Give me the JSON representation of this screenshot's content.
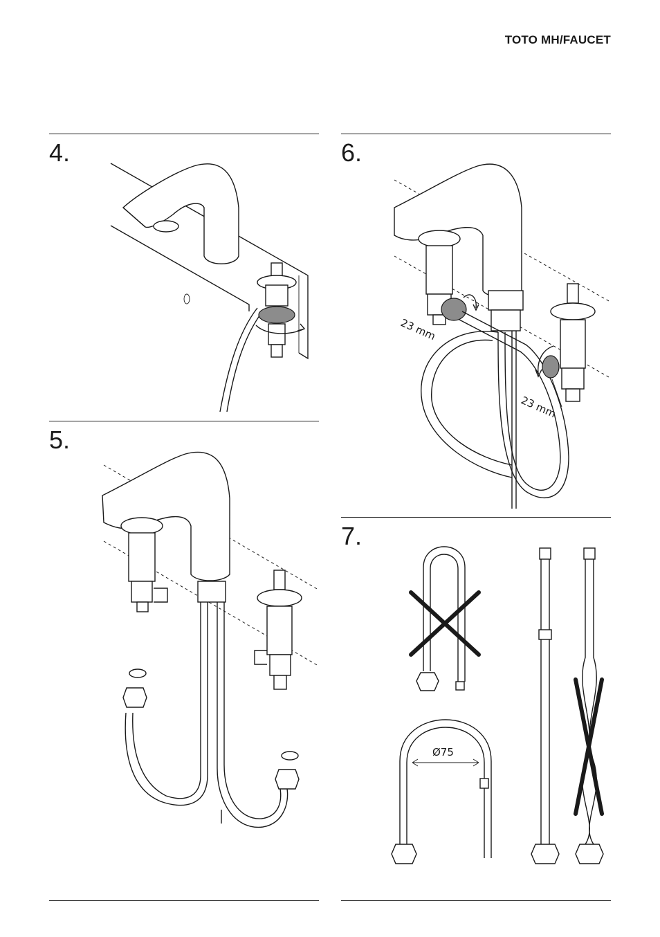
{
  "header": {
    "title": "TOTO MH/FAUCET"
  },
  "steps": [
    {
      "number": "4."
    },
    {
      "number": "5."
    },
    {
      "number": "6.",
      "annotations": [
        "23 mm",
        "23 mm"
      ]
    },
    {
      "number": "7.",
      "annotations": [
        "Ø75"
      ]
    }
  ]
}
